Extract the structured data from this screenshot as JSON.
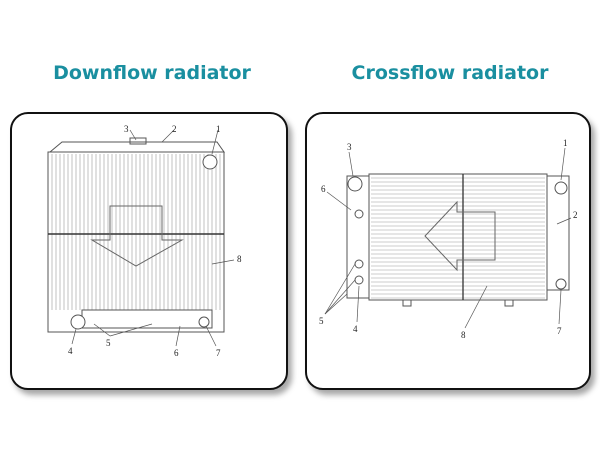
{
  "titles": {
    "downflow": "Downflow radiator",
    "crossflow": "Crossflow radiator"
  },
  "downflow": {
    "callouts": [
      "1",
      "2",
      "3",
      "4",
      "5",
      "6",
      "7",
      "8"
    ]
  },
  "crossflow": {
    "callouts": [
      "1",
      "2",
      "3",
      "4",
      "5",
      "6",
      "7",
      "8"
    ]
  },
  "colors": {
    "title": "#1a8fa0",
    "border": "#111111",
    "line": "#555555"
  }
}
